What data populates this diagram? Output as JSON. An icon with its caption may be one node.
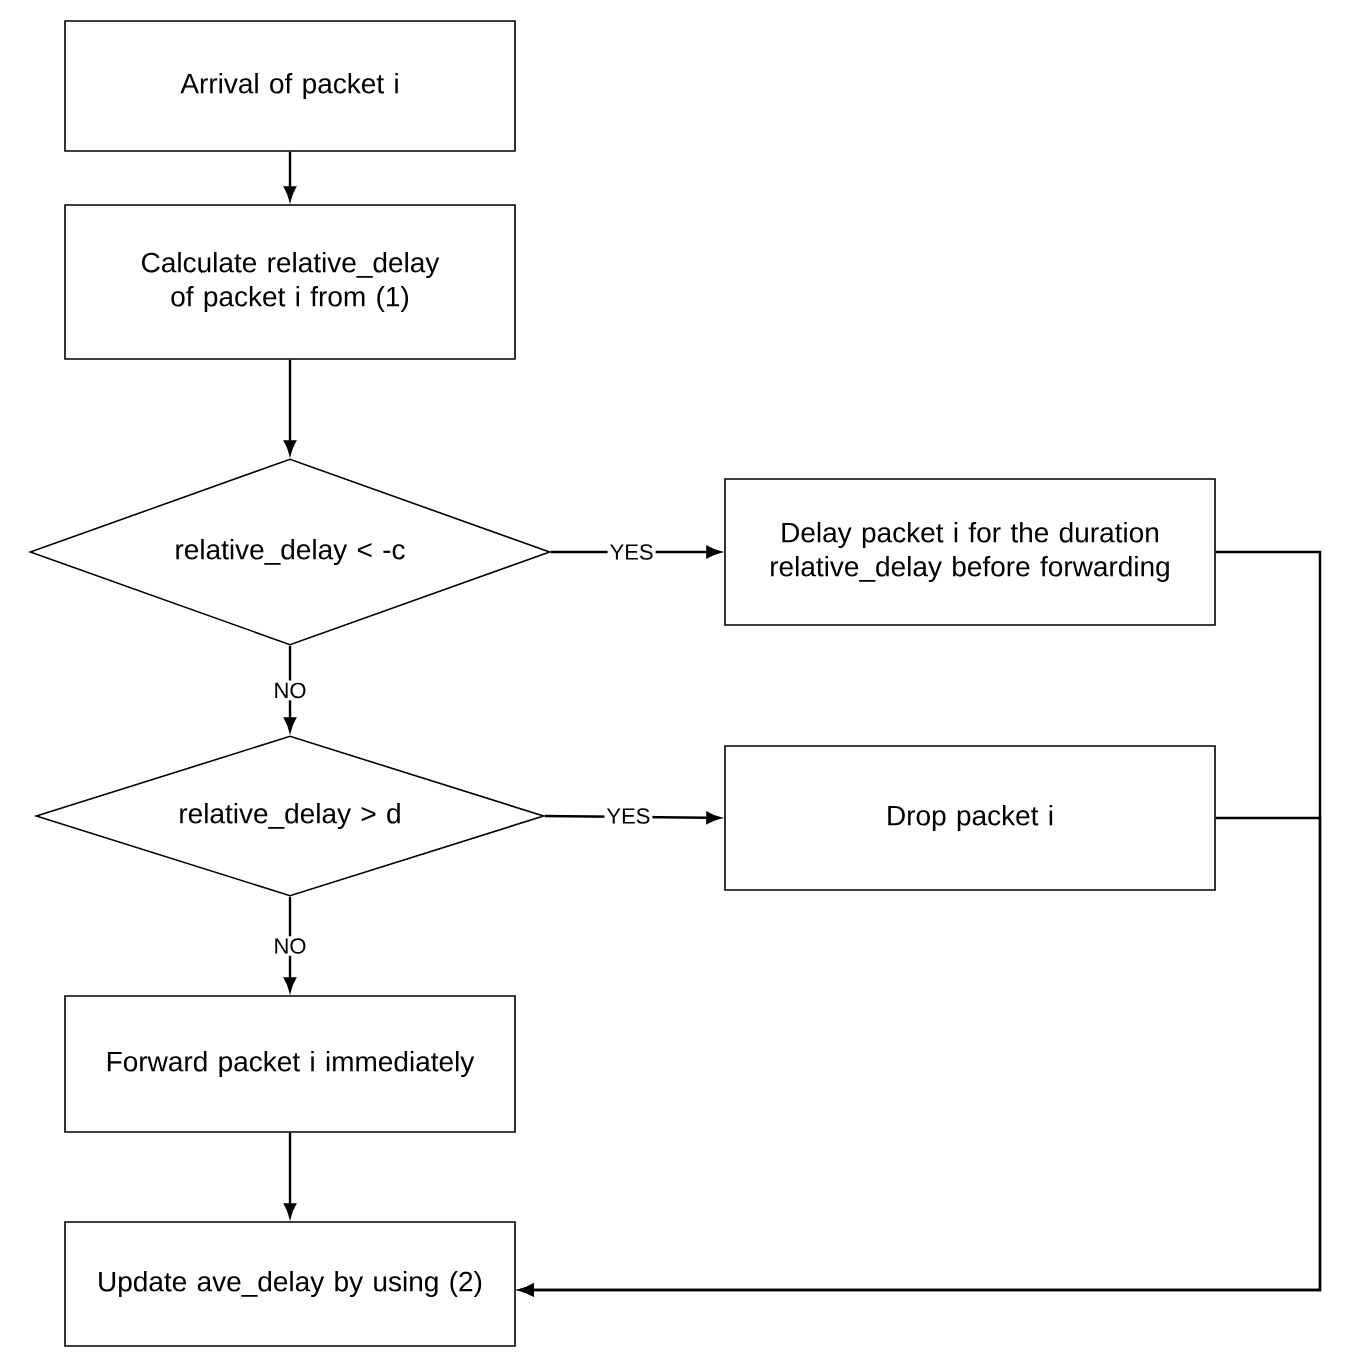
{
  "diagram": {
    "nodes": [
      {
        "text": [
          "Arrival of packet i"
        ]
      },
      {
        "text": [
          "Calculate relative_delay of packet i from (1)"
        ]
      },
      {
        "text": [
          "relative_delay < -c"
        ]
      },
      {
        "text": [
          "Delay packet i for the duration relative_delay before forwarding"
        ]
      },
      {
        "text": [
          "relative_delay > d"
        ]
      },
      {
        "text": [
          "Drop packet i"
        ]
      },
      {
        "text": [
          "Forward packet i immediately"
        ]
      },
      {
        "text": [
          "Update ave_delay by using (2)"
        ]
      }
    ],
    "edges": [
      {
        "from": 0,
        "to": 1,
        "arrow": "to"
      },
      {
        "from": 1,
        "to": 2,
        "arrow": "to"
      },
      {
        "from": 2,
        "to": 3,
        "arrow": "to",
        "label": "YES"
      },
      {
        "from": 2,
        "to": 4,
        "arrow": "to",
        "label": "NO"
      },
      {
        "from": 4,
        "to": 5,
        "arrow": "to",
        "label": "YES"
      },
      {
        "from": 4,
        "to": 6,
        "arrow": "to",
        "label": "NO"
      },
      {
        "from": 6,
        "to": 7,
        "arrow": "to"
      },
      {
        "from": 3,
        "to": 7,
        "arrow": "to"
      },
      {
        "from": 5,
        "to": 7,
        "arrow": "to"
      }
    ]
  }
}
